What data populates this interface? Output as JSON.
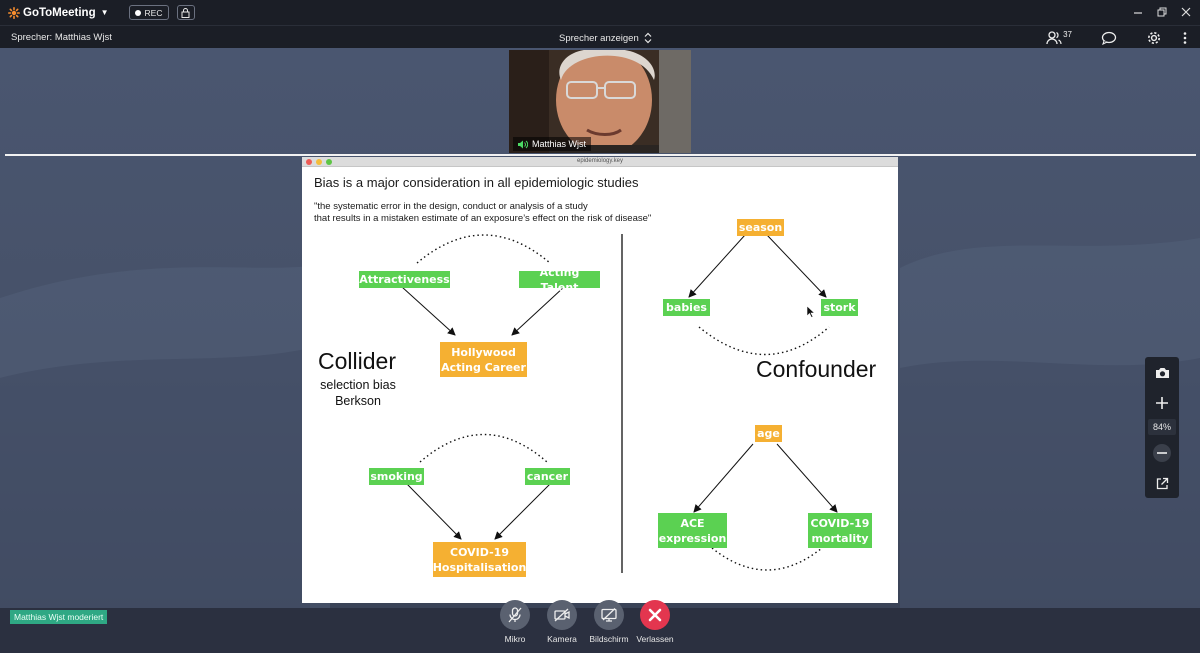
{
  "app": {
    "brand": "GoToMeeting",
    "rec_label": "REC"
  },
  "speaker_bar": {
    "speaker": "Sprecher: Matthias Wjst",
    "view_mode": "Sprecher anzeigen",
    "participants_count": "37"
  },
  "video": {
    "name": "Matthias Wjst"
  },
  "keynote": {
    "filename": "epidemiology.key"
  },
  "slide": {
    "title": "Bias is a major consideration in all epidemiologic studies",
    "quote": "\"the systematic error in the design, conduct or analysis of a study\nthat results in a mistaken estimate of an exposure’s effect on the risk of disease\"",
    "collider": "Collider",
    "collider_sub1": "selection bias",
    "collider_sub2": "Berkson",
    "confounder": "Confounder",
    "boxes": {
      "attractiveness": "Attractiveness",
      "acting_talent": "Acting Talent",
      "hollywood": "Hollywood\nActing Career",
      "smoking": "smoking",
      "cancer": "cancer",
      "covid_hosp": "COVID-19\nHospitalisation",
      "season": "season",
      "babies": "babies",
      "stork": "stork",
      "age": "age",
      "ace": "ACE\nexpression",
      "covid_mort": "COVID-19\nmortality"
    }
  },
  "zoom": {
    "level": "84%"
  },
  "moderator_badge": "Matthias Wjst moderiert",
  "controls": {
    "mic": "Mikro",
    "camera": "Kamera",
    "screen": "Bildschirm",
    "leave": "Verlassen"
  },
  "colors": {
    "green_box": "#5bd152",
    "orange_box": "#f5b032",
    "leave_button": "#e3364f",
    "moderator_badge": "#2fa884"
  }
}
